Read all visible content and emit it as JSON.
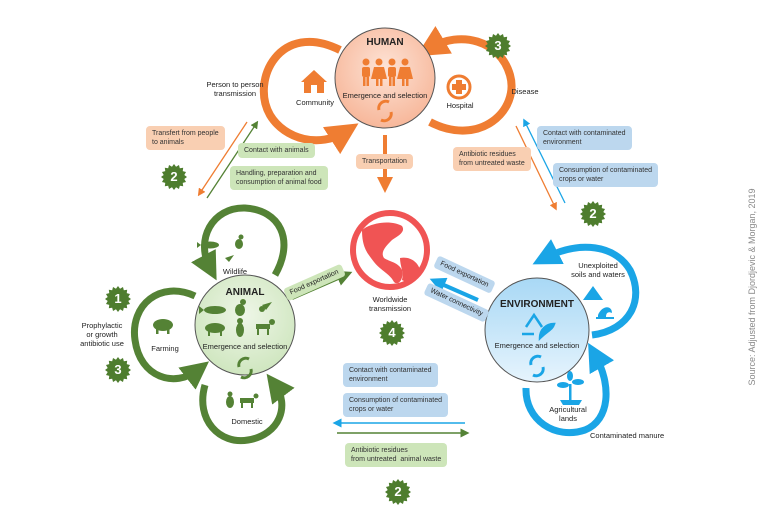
{
  "colors": {
    "human": "#ef7d32",
    "human_fill": "#fbd0bb",
    "animal": "#548235",
    "animal_fill": "#e2efd9",
    "environment": "#1aa5e6",
    "environment_fill": "#bfe3f8",
    "world": "#f05454",
    "badge": "#4e7d2e",
    "source_text": "#8a8a8a"
  },
  "human": {
    "title": "HUMAN",
    "subtitle": "Emergence and selection",
    "left_loop_label": "Community",
    "right_loop_label": "Hospital",
    "left_outer_label": "Person to person\ntransmission",
    "right_outer_label": "Disease",
    "badge": "3"
  },
  "animal": {
    "title": "ANIMAL",
    "subtitle": "Emergence and selection",
    "top_loop_label": "Wildlife",
    "left_loop_label": "Farming",
    "bottom_loop_label": "Domestic",
    "outer_label": "Prophylactic\nor growth\nantibiotic use",
    "badges": [
      "1",
      "3"
    ]
  },
  "environment": {
    "title": "ENVIRONMENT",
    "subtitle": "Emergence and selection",
    "top_loop_label": "Unexploited\nsoils and waters",
    "bottom_loop_label": "Agricultural\nlands",
    "outer_label": "Contaminated manure"
  },
  "world": {
    "label": "Worldwide\ntransmission",
    "badge": "4"
  },
  "links": {
    "transportation": "Transportation",
    "animal_food_exportation": "Food exportation",
    "env_food_exportation": "Food exportation",
    "env_water_connectivity": "Water connectivity",
    "human_animal": {
      "orange_box": "Transfert from people\nto animals",
      "green_box_1": "Contact with animals",
      "green_box_2": "Handling, preparation and\nconsumption of animal food",
      "badge": "2"
    },
    "human_environment": {
      "orange_box": "Antibiotic residues\nfrom untreated waste",
      "blue_box_1": "Contact with contaminated\nenvironment",
      "blue_box_2": "Consumption of contaminated\ncrops or water",
      "badge": "2"
    },
    "animal_environment": {
      "blue_box_1": "Contact with contaminated\nenvironment",
      "blue_box_2": "Consumption of contaminated\ncrops or water",
      "green_box": "Antibiotic residues\nfrom untreated  animal waste",
      "badge": "2"
    }
  },
  "source": "Source: Adjusted from Djordjevic & Morgan, 2019"
}
